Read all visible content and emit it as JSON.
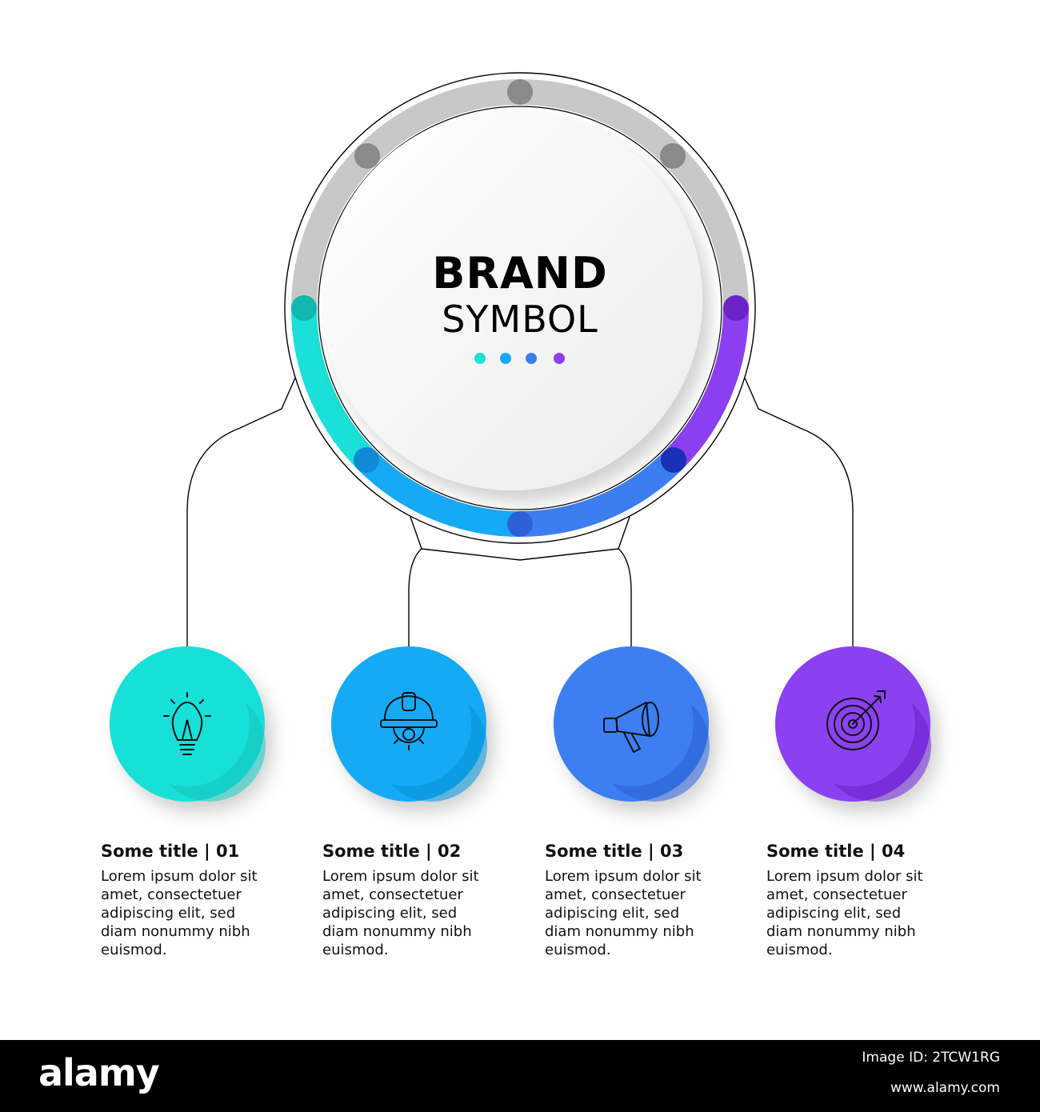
{
  "brand": {
    "title": "BRAND",
    "subtitle": "SYMBOL"
  },
  "colors": {
    "step1": "#19e0d8",
    "step2": "#16aaf6",
    "step3": "#3c7ef2",
    "step4": "#8b3ff1",
    "ring": "#c8c8c8"
  },
  "steps": [
    {
      "title": "Some title  |  01",
      "desc": [
        "Lorem ipsum dolor sit",
        "amet, consectetuer",
        "adipiscing elit, sed",
        "diam nonummy nibh",
        "euismod."
      ],
      "icon": "lightbulb-icon"
    },
    {
      "title": "Some title  |  02",
      "desc": [
        "Lorem ipsum dolor sit",
        "amet, consectetuer",
        "adipiscing elit, sed",
        "diam nonummy nibh",
        "euismod."
      ],
      "icon": "hardhat-gear-icon"
    },
    {
      "title": "Some title  |  03",
      "desc": [
        "Lorem ipsum dolor sit",
        "amet, consectetuer",
        "adipiscing elit, sed",
        "diam nonummy nibh",
        "euismod."
      ],
      "icon": "megaphone-icon"
    },
    {
      "title": "Some title  |  04",
      "desc": [
        "Lorem ipsum dolor sit",
        "amet, consectetuer",
        "adipiscing elit, sed",
        "diam nonummy nibh",
        "euismod."
      ],
      "icon": "target-arrow-icon"
    }
  ],
  "watermark": {
    "logo": "alamy",
    "image_id": "Image ID: 2TCW1RG",
    "url": "www.alamy.com"
  }
}
